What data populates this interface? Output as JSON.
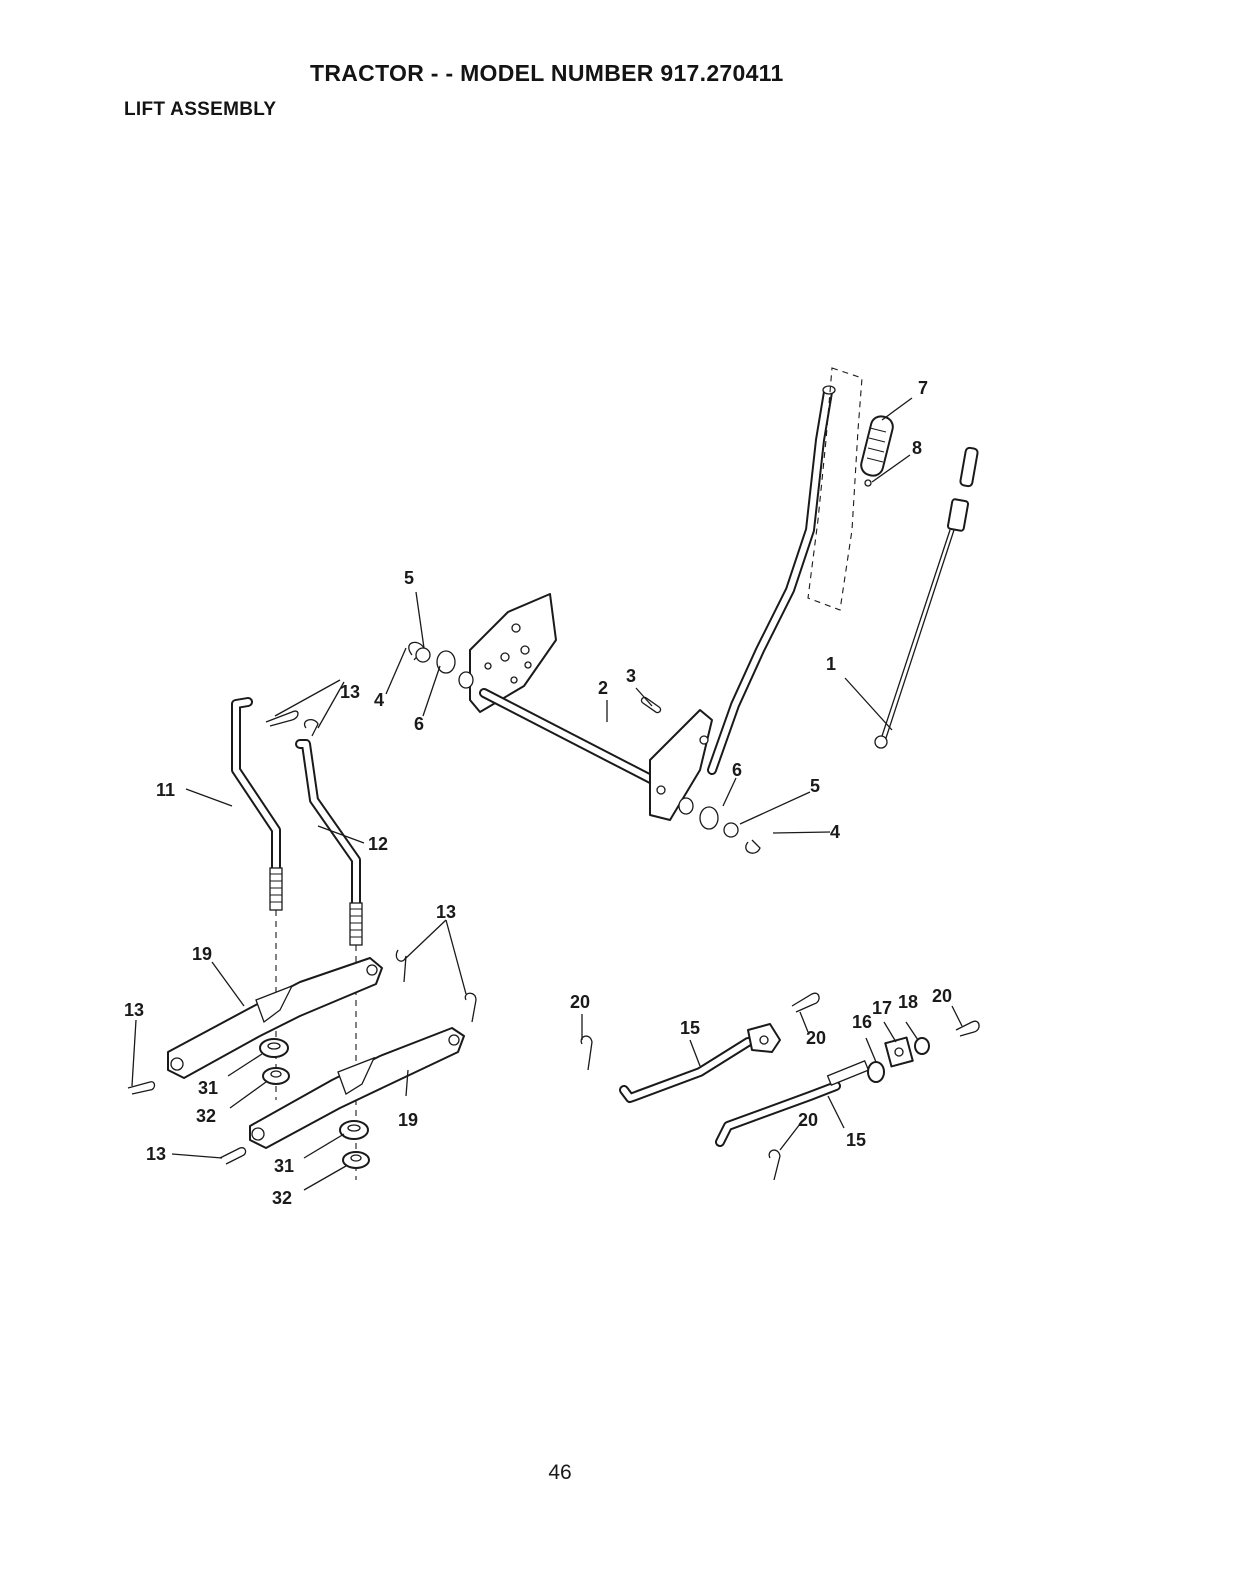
{
  "header": {
    "title": "TRACTOR - - MODEL NUMBER 917.270411",
    "section": "LIFT ASSEMBLY"
  },
  "callouts": {
    "c1": "1",
    "c2": "2",
    "c3": "3",
    "c4a": "4",
    "c4b": "4",
    "c5a": "5",
    "c5b": "5",
    "c6a": "6",
    "c6b": "6",
    "c7": "7",
    "c8": "8",
    "c11": "11",
    "c12": "12",
    "c13a": "13",
    "c13b": "13",
    "c13c": "13",
    "c13d": "13",
    "c15a": "15",
    "c15b": "15",
    "c16": "16",
    "c17": "17",
    "c18": "18",
    "c19a": "19",
    "c19b": "19",
    "c20a": "20",
    "c20b": "20",
    "c20c": "20",
    "c20d": "20",
    "c31a": "31",
    "c31b": "31",
    "c32a": "32",
    "c32b": "32"
  },
  "footer": {
    "page_number": "46"
  }
}
